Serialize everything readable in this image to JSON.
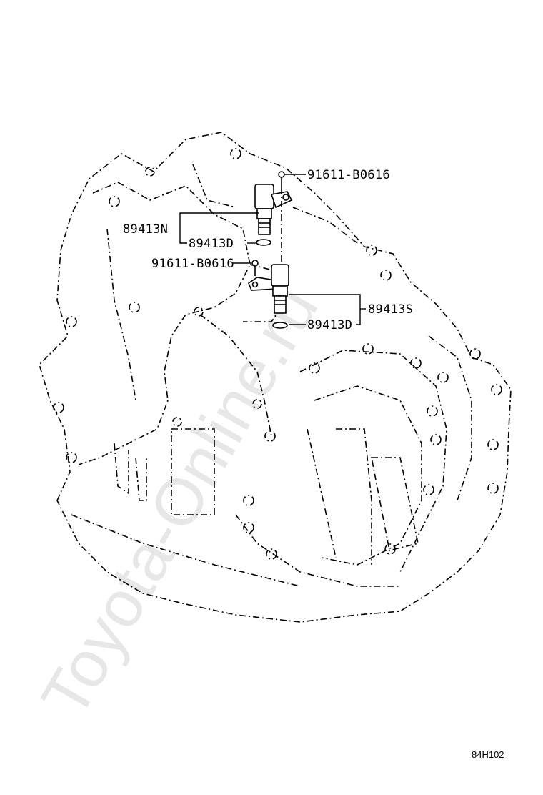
{
  "watermark": "Toyota-Online.ru",
  "diagram_code": "84H102",
  "parts": {
    "bolt_upper": "91611-B0616",
    "bolt_lower": "91611-B0616",
    "sensor_upper": "89413N",
    "oring_upper": "89413D",
    "sensor_lower": "89413S",
    "oring_lower": "89413D"
  }
}
